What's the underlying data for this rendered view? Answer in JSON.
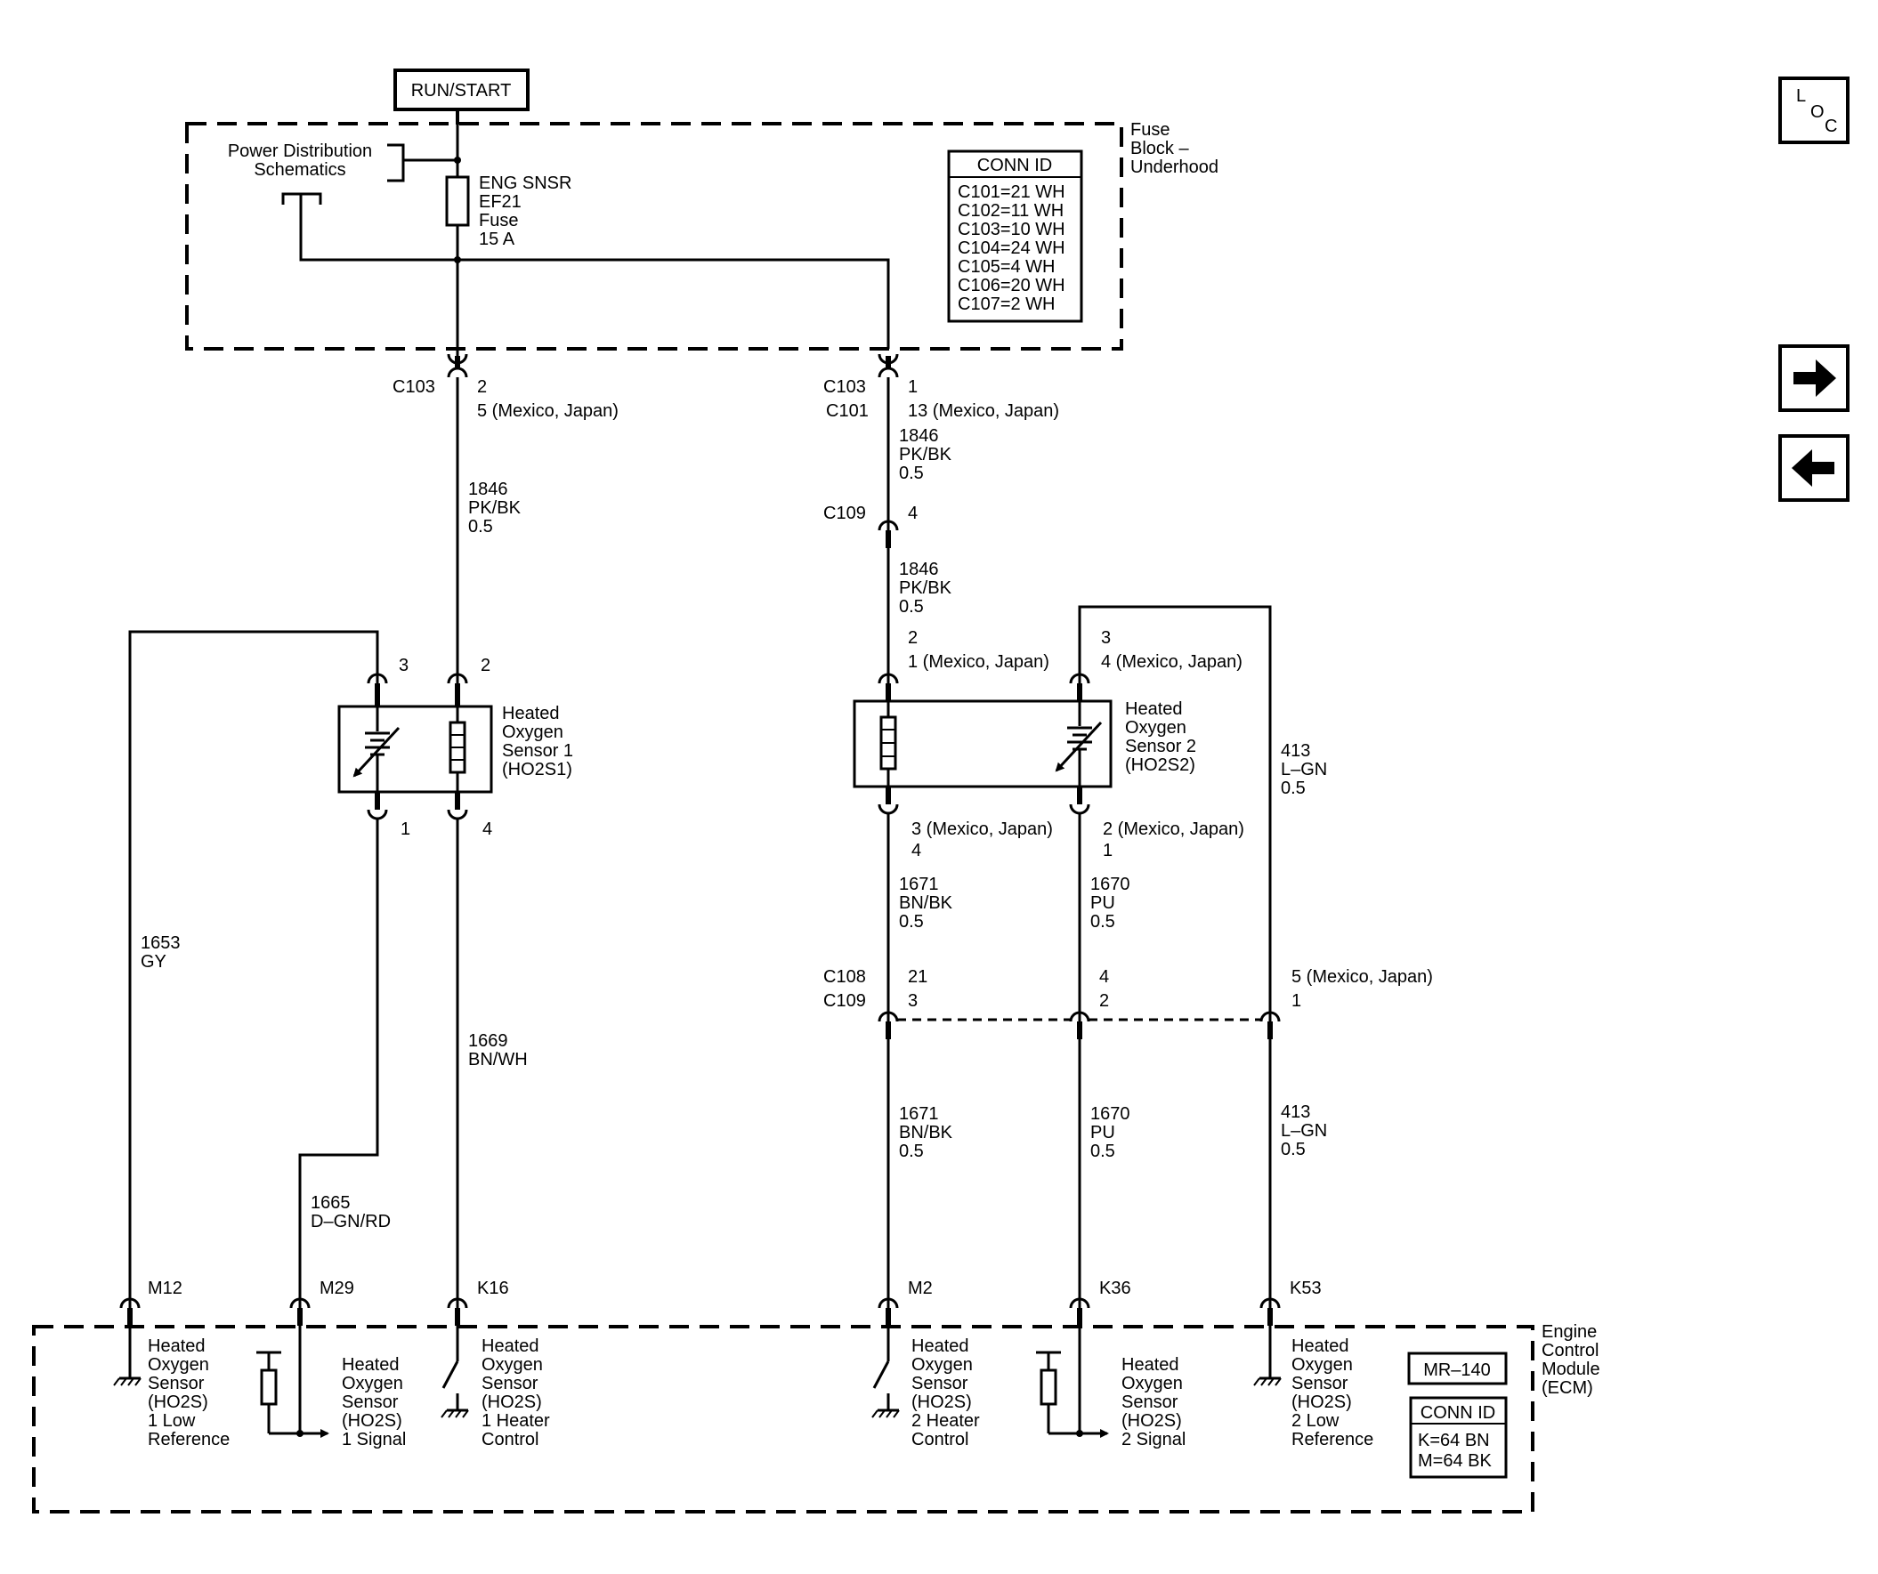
{
  "power": {
    "run_start": "RUN/START"
  },
  "fuse_block": {
    "title": [
      "Fuse",
      "Block –",
      "Underhood"
    ],
    "power_dist": [
      "Power Distribution",
      "Schematics"
    ],
    "fuse_label": [
      "ENG SNSR",
      "EF21",
      "Fuse",
      "15 A"
    ],
    "conn_id_title": "CONN ID",
    "conn_ids": [
      "C101=21 WH",
      "C102=11 WH",
      "C103=10 WH",
      "C104=24 WH",
      "C105=4 WH",
      "C106=20 WH",
      "C107=2 WH"
    ]
  },
  "left_branch": {
    "c103_name": "C103",
    "c103_pin": "2",
    "c103_pin_alt": "5 (Mexico, Japan)",
    "wire_1846": [
      "1846",
      "PK/BK",
      "0.5"
    ],
    "sensor_pin_3": "3",
    "sensor_pin_2": "2",
    "sensor_pin_1": "1",
    "sensor_pin_4": "4",
    "sensor_label": [
      "Heated",
      "Oxygen",
      "Sensor 1",
      "(HO2S1)"
    ],
    "wire_1653": [
      "1653",
      "GY"
    ],
    "wire_1669": [
      "1669",
      "BN/WH"
    ],
    "wire_1665": [
      "1665",
      "D–GN/RD"
    ]
  },
  "right_branch": {
    "c103_name": "C103",
    "c101_name": "C101",
    "c103_pin": "1",
    "c101_pin": "13 (Mexico, Japan)",
    "wire_1846_a": [
      "1846",
      "PK/BK",
      "0.5"
    ],
    "c109_name": "C109",
    "c109_pin": "4",
    "wire_1846_b": [
      "1846",
      "PK/BK",
      "0.5"
    ],
    "sensor_top_left_pin": [
      "2",
      "1 (Mexico, Japan)"
    ],
    "sensor_top_right_pin": [
      "3",
      "4 (Mexico, Japan)"
    ],
    "sensor_label": [
      "Heated",
      "Oxygen",
      "Sensor 2",
      "(HO2S2)"
    ],
    "sensor_bottom_left_pin": [
      "3 (Mexico, Japan)",
      "4"
    ],
    "sensor_bottom_right_pin": [
      "2 (Mexico, Japan)",
      "1"
    ],
    "wire_413_upper": [
      "413",
      "L–GN",
      "0.5"
    ],
    "wire_1671_upper": [
      "1671",
      "BN/BK",
      "0.5"
    ],
    "wire_1670_upper": [
      "1670",
      "PU",
      "0.5"
    ],
    "c108_name": "C108",
    "c109b_name": "C109",
    "c108_pins": [
      "21",
      "4",
      "5 (Mexico, Japan)"
    ],
    "c109_pins": [
      "3",
      "2",
      "1"
    ],
    "wire_1671_lower": [
      "1671",
      "BN/BK",
      "0.5"
    ],
    "wire_1670_lower": [
      "1670",
      "PU",
      "0.5"
    ],
    "wire_413_lower": [
      "413",
      "L–GN",
      "0.5"
    ]
  },
  "ecm": {
    "title": [
      "Engine",
      "Control",
      "Module",
      "(ECM)"
    ],
    "mr_label": "MR–140",
    "conn_id_title": "CONN ID",
    "conn_ids": [
      "K=64 BN",
      "M=64 BK"
    ],
    "pins": [
      "M12",
      "M29",
      "K16",
      "M2",
      "K36",
      "K53"
    ],
    "func_ho2s1_low": [
      "Heated",
      "Oxygen",
      "Sensor",
      "(HO2S)",
      "1 Low",
      "Reference"
    ],
    "func_ho2s1_signal": [
      "Heated",
      "Oxygen",
      "Sensor",
      "(HO2S)",
      "1 Signal"
    ],
    "func_ho2s1_heater": [
      "Heated",
      "Oxygen",
      "Sensor",
      "(HO2S)",
      "1 Heater",
      "Control"
    ],
    "func_ho2s2_heater": [
      "Heated",
      "Oxygen",
      "Sensor",
      "(HO2S)",
      "2 Heater",
      "Control"
    ],
    "func_ho2s2_signal": [
      "Heated",
      "Oxygen",
      "Sensor",
      "(HO2S)",
      "2 Signal"
    ],
    "func_ho2s2_low": [
      "Heated",
      "Oxygen",
      "Sensor",
      "(HO2S)",
      "2 Low",
      "Reference"
    ]
  },
  "nav": {
    "loc_letters": [
      "L",
      "O",
      "C"
    ],
    "next_icon": "right-arrow-icon",
    "prev_icon": "left-arrow-icon"
  }
}
